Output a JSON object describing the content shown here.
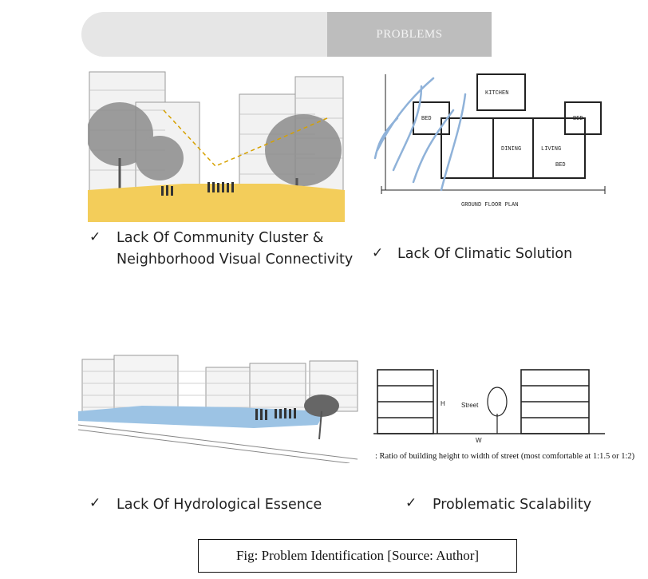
{
  "header": {
    "title": "PROBLEMS"
  },
  "panels": {
    "community": {
      "caption_line1": "Lack Of Community Cluster &",
      "caption_line2": "Neighborhood Visual Connectivity"
    },
    "climatic": {
      "caption": "Lack Of Climatic Solution",
      "plan_labels": [
        "BED",
        "BED",
        "LIVING",
        "DINING",
        "KITCHEN",
        "BED"
      ],
      "plan_title": "GROUND FLOOR PLAN"
    },
    "hydrological": {
      "caption": "Lack Of Hydrological Essence"
    },
    "scalability": {
      "caption": "Problematic Scalability",
      "street_label": "Street",
      "h_label": "H",
      "w_label": "W",
      "note": ": Ratio of building height to width of street (most comfortable at 1:1.5 or 1:2)"
    }
  },
  "check_symbol": "✓",
  "figure_caption": "Fig: Problem Identification [Source: Author]",
  "colors": {
    "highlight_yellow": "#f3cd5a",
    "water_blue": "#9cc3e4",
    "arrow_blue": "#8fb2d9",
    "header_light": "#e6e6e6",
    "header_dark": "#bdbdbd"
  }
}
